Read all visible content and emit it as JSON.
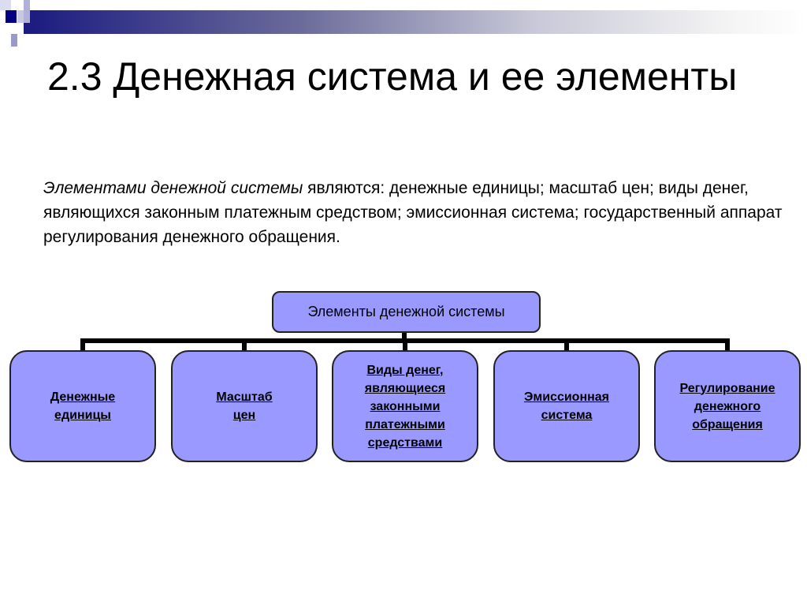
{
  "slide": {
    "title": "2.3 Денежная система и ее элементы",
    "paragraph": {
      "italic_lead": "Элементами денежной системы",
      "rest": " являются: денежные единицы; масштаб цен; виды денег, являющихся законным платежным средством; эмиссионная система; государственный аппарат регулирования денежного обращения."
    }
  },
  "diagram": {
    "root": "Элементы денежной системы",
    "children": [
      "Денежные единицы",
      "Масштаб цен",
      "Виды денег, являющиеся законными платежными средствами",
      "Эмиссионная система",
      "Регулирование денежного обращения"
    ]
  },
  "colors": {
    "box_fill": "#9999ff",
    "accent": "#1a1a80"
  }
}
